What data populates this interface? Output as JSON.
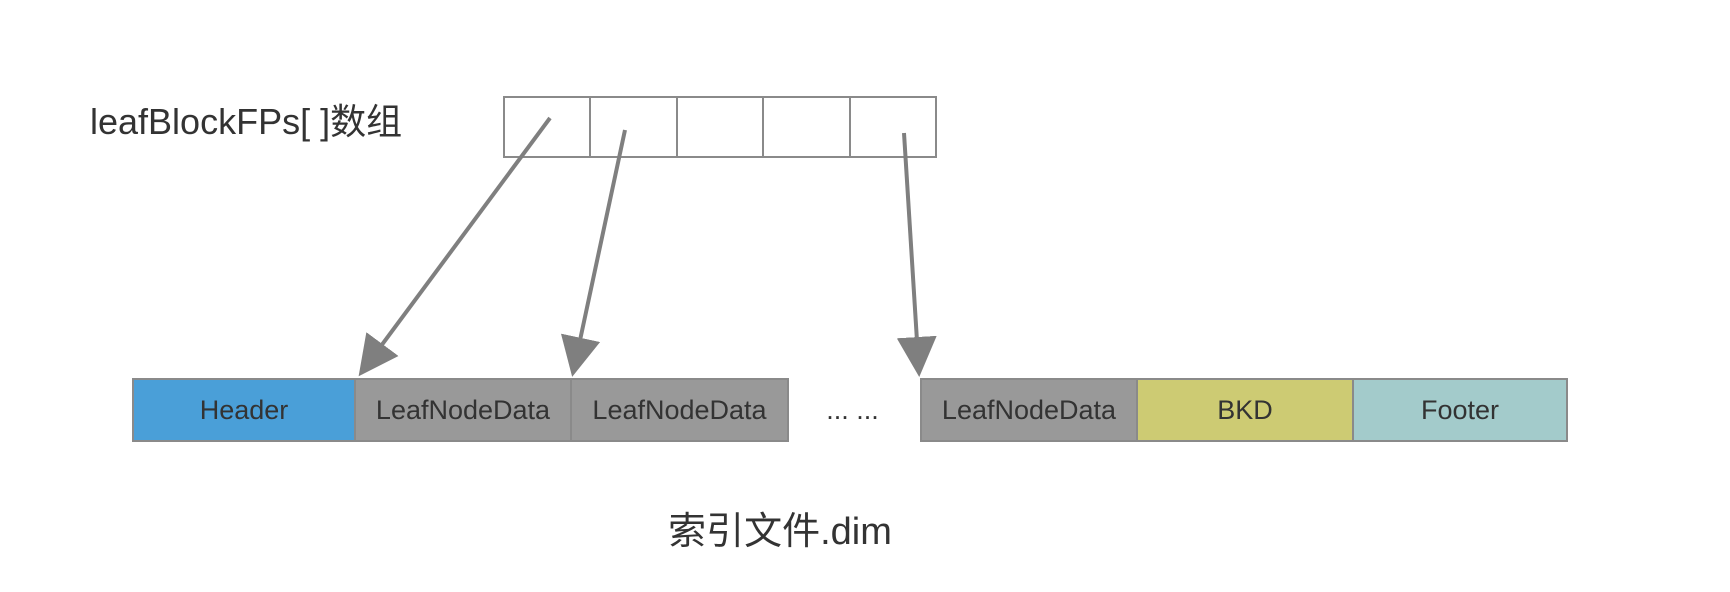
{
  "array": {
    "label": "leafBlockFPs[ ]数组",
    "cell_count": 5
  },
  "file": {
    "caption": "索引文件.dim",
    "ellipsis": "... ...",
    "segments_left": [
      {
        "label": "Header",
        "color": "#4a9fd8"
      },
      {
        "label": "LeafNodeData",
        "color": "#999999"
      },
      {
        "label": "LeafNodeData",
        "color": "#999999"
      }
    ],
    "segments_right": [
      {
        "label": "LeafNodeData",
        "color": "#999999"
      },
      {
        "label": "BKD",
        "color": "#cdcb73"
      },
      {
        "label": "Footer",
        "color": "#a3cbcb"
      }
    ]
  },
  "colors": {
    "border": "#8a8a8a",
    "arrow": "#7f7f7f"
  }
}
